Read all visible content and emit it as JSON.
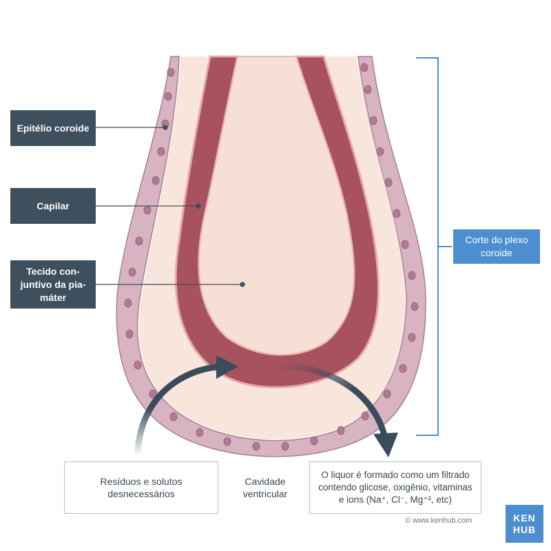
{
  "labels": {
    "epitelio": "Epitélio coroide",
    "capilar": "Capilar",
    "tecido": "Tecido con-juntivo da pia-máter",
    "corte": "Corte do plexo coroide"
  },
  "boxes": {
    "residuos": "Resíduos e solutos desnecessários",
    "cavidade": "Cavidade ventricular",
    "liquor": "O liquor é formado como um filtrado contendo glicose, oxigênio, vitaminas e ions (Na⁺, Cl⁻, Mg⁺², etc)"
  },
  "copyright": "© www.kenhub.com",
  "logo": {
    "line1": "KEN",
    "line2": "HUB"
  },
  "colors": {
    "label_dark": "#3e4f5d",
    "label_blue": "#4c8ecf",
    "epithelium": "#d8b3c2",
    "capillary": "#a8515f",
    "tissue": "#f7dfd6",
    "arrow": "#3a4c5c"
  }
}
